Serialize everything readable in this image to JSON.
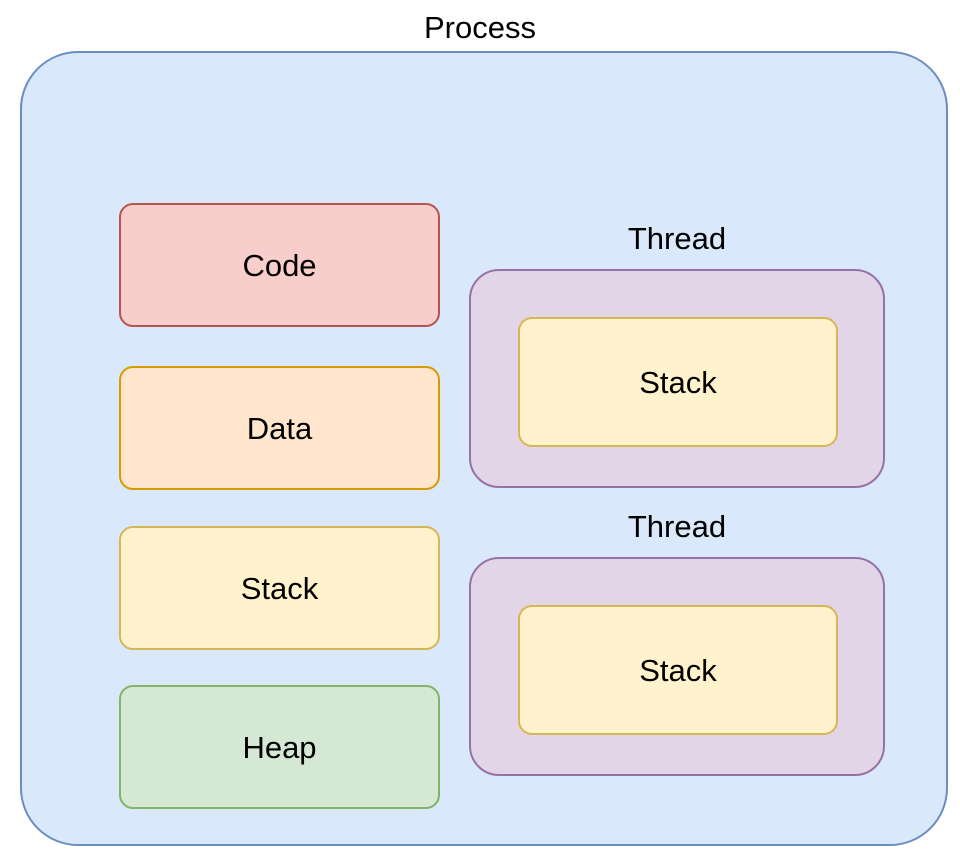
{
  "diagram": {
    "title": "Process",
    "process": {
      "label": "Process",
      "fill": "#dae8fc",
      "stroke": "#6c8ebf",
      "segments": [
        {
          "label": "Code",
          "fill": "#f8cecc",
          "stroke": "#b85450"
        },
        {
          "label": "Data",
          "fill": "#ffe6cc",
          "stroke": "#d79b00"
        },
        {
          "label": "Stack",
          "fill": "#fff2cc",
          "stroke": "#d6b656"
        },
        {
          "label": "Heap",
          "fill": "#d5e8d4",
          "stroke": "#82b366"
        }
      ],
      "threads": [
        {
          "label": "Thread",
          "fill": "#e1d5e7",
          "stroke": "#9673a6",
          "stack": {
            "label": "Stack",
            "fill": "#fff2cc",
            "stroke": "#d6b656"
          }
        },
        {
          "label": "Thread",
          "fill": "#e1d5e7",
          "stroke": "#9673a6",
          "stack": {
            "label": "Stack",
            "fill": "#fff2cc",
            "stroke": "#d6b656"
          }
        }
      ]
    }
  }
}
